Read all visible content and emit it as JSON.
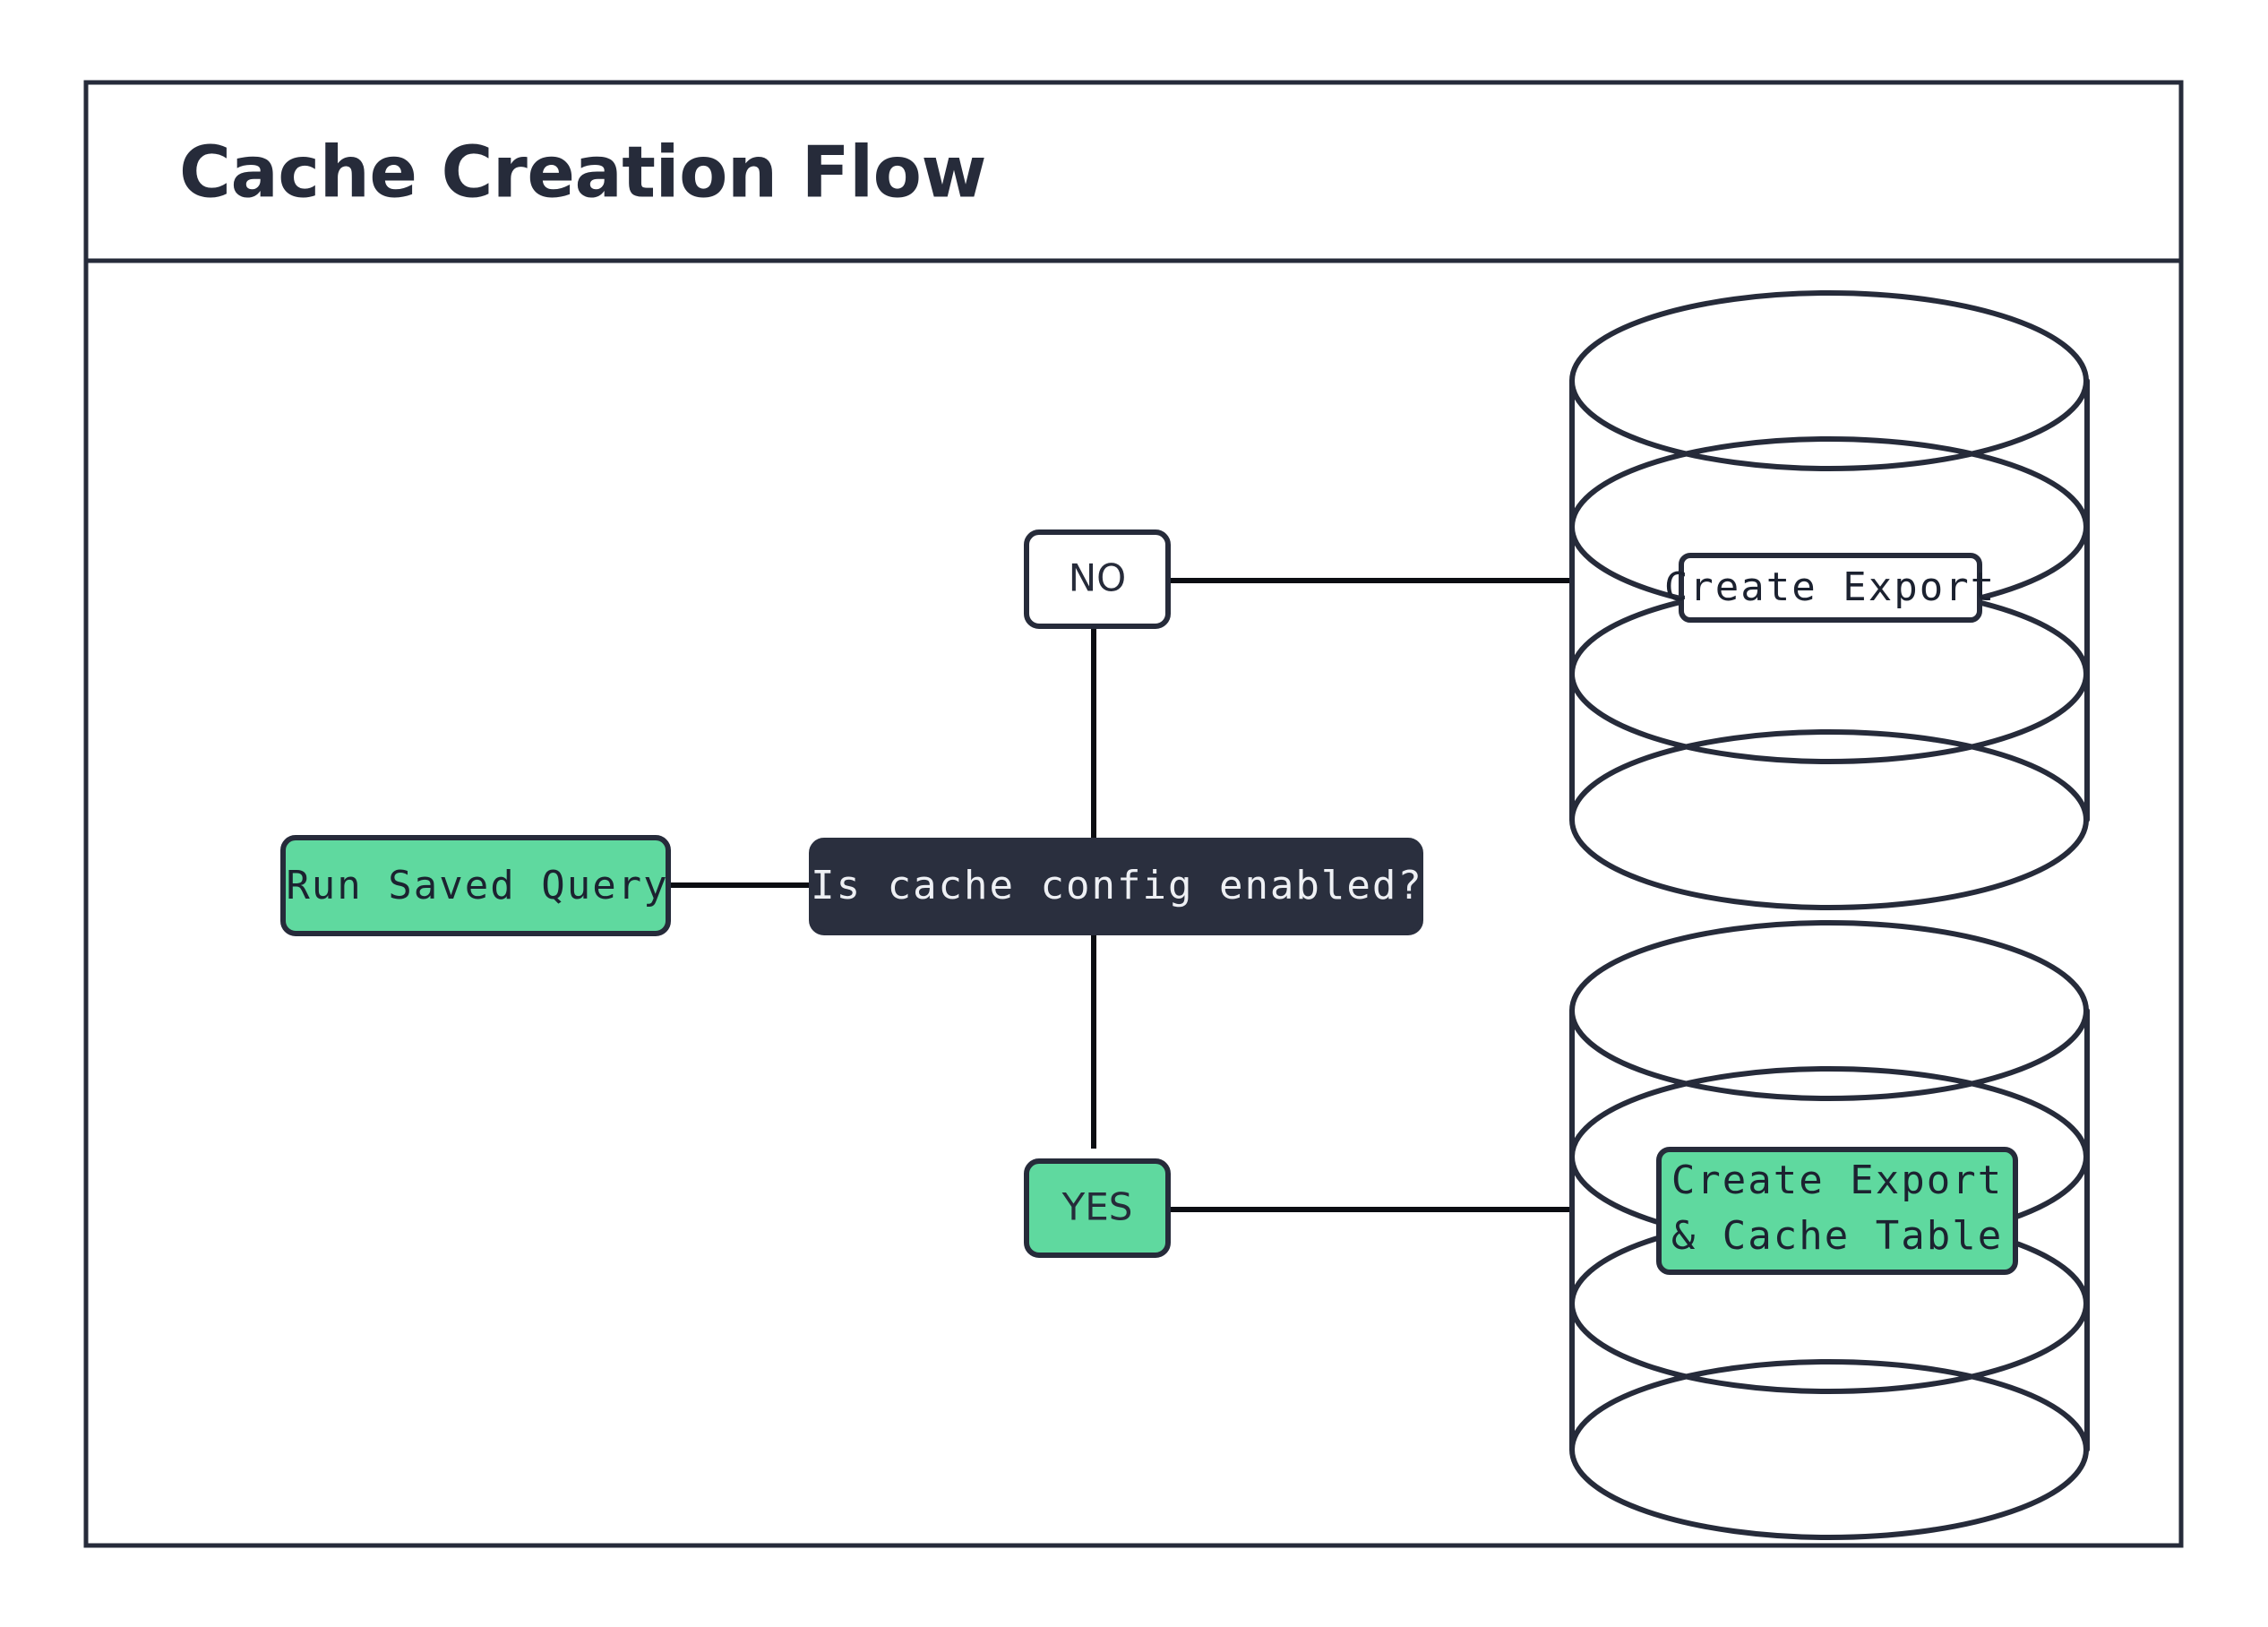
{
  "page": {
    "title": "Cache Creation Flow",
    "background": "#ffffff"
  },
  "colors": {
    "ink": "#262b3a",
    "dark_node_fill": "#2a2f3e",
    "accent_green": "#5fd99f",
    "edge": "#0b0d12",
    "white": "#ffffff",
    "light_text": "#eef0f4"
  },
  "frame": {
    "border_color": "#262b3a",
    "header_divider": true
  },
  "flow": {
    "start_node": {
      "label": "Run Saved Query",
      "shape": "rounded-rect",
      "fill": "#5fd99f",
      "text_color": "#1c2230",
      "font": "mono"
    },
    "decision_node": {
      "label": "Is cache config enabled?",
      "shape": "rounded-rect",
      "fill": "#2a2f3e",
      "text_color": "#eef0f4",
      "font": "mono"
    },
    "branches": [
      {
        "id": "no",
        "label": "NO",
        "fill": "#ffffff",
        "text_color": "#262b3a",
        "font": "sans",
        "direction": "up"
      },
      {
        "id": "yes",
        "label": "YES",
        "fill": "#5fd99f",
        "text_color": "#262b3a",
        "font": "sans",
        "direction": "down"
      }
    ],
    "databases": [
      {
        "id": "export-db",
        "shape": "database-cylinder",
        "label_lines": [
          "Create Export"
        ],
        "label_fill": "#ffffff",
        "label_text_color": "#1c2230",
        "from_branch": "NO"
      },
      {
        "id": "export-cache-db",
        "shape": "database-cylinder",
        "label_lines": [
          "Create Export",
          "& Cache Table"
        ],
        "label_fill": "#5fd99f",
        "label_text_color": "#1c2230",
        "from_branch": "YES"
      }
    ],
    "edges": [
      {
        "from": "Run Saved Query",
        "to": "Is cache config enabled?"
      },
      {
        "from": "Is cache config enabled?",
        "to": "NO"
      },
      {
        "from": "Is cache config enabled?",
        "to": "YES"
      },
      {
        "from": "NO",
        "to": "Create Export"
      },
      {
        "from": "YES",
        "to": "Create Export & Cache Table"
      }
    ]
  }
}
